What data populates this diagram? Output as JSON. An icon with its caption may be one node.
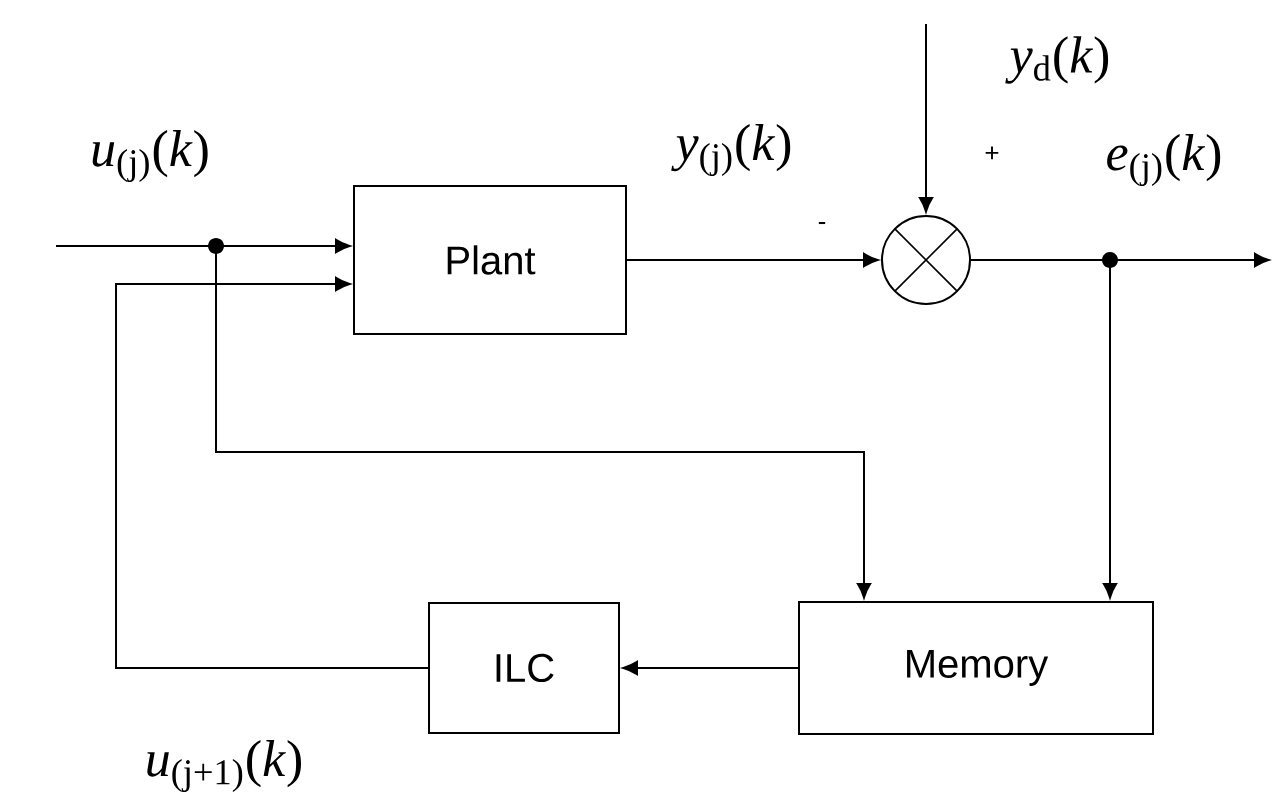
{
  "diagram": {
    "nodes": [
      {
        "text": [
          "Plant"
        ]
      },
      {
        "text": [],
        "shape": "circle"
      },
      {
        "text": [
          "Memory"
        ]
      },
      {
        "text": [
          "ILC"
        ]
      }
    ],
    "edges": [
      {
        "from": null,
        "to": 0,
        "arrow": "to",
        "label": "*u*$_{(j)}$(*k*)"
      },
      {
        "from": null,
        "to": 2,
        "arrow": "to"
      },
      {
        "from": 0,
        "to": 1,
        "arrow": "to",
        "label": "*y*$_{(j)}$(*k*)"
      },
      {
        "from": null,
        "to": 1,
        "arrow": "to",
        "label": "*y*$_{d}$(*k*)"
      },
      {
        "from": 1,
        "to": null,
        "arrow": "to",
        "label": "*e*$_{(j)}$(*k*)"
      },
      {
        "from": 1,
        "to": 2,
        "arrow": "to"
      },
      {
        "from": 2,
        "to": 3,
        "arrow": "to"
      },
      {
        "from": 3,
        "to": 0,
        "arrow": "to",
        "label": "*u*$_{(j+1)}$(*k*)"
      }
    ],
    "labels": [
      "+",
      "-"
    ]
  }
}
